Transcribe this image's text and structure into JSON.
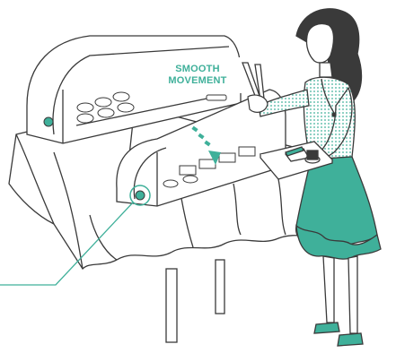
{
  "callout": {
    "line1": "SMOOTH",
    "line2": "MOVEMENT"
  },
  "colors": {
    "accent": "#3fb09a",
    "line": "#3a3a3a",
    "background": "#ffffff"
  },
  "icons": {
    "movement_indicator": "dashed-down-arrow",
    "pointer": "leader-line-circle"
  }
}
